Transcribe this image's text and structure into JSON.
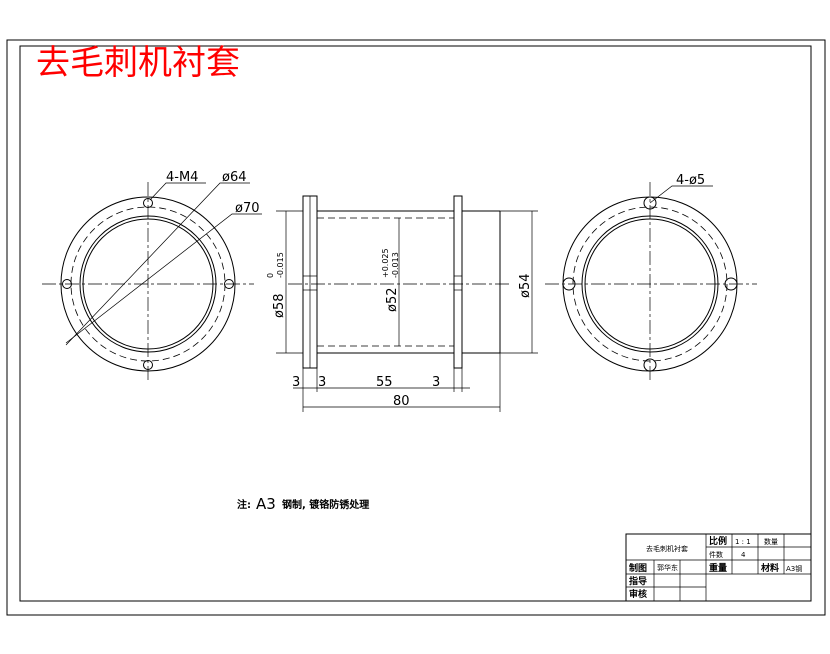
{
  "title": "去毛刺机衬套",
  "left_view": {
    "hole_label": "4-M4",
    "dia_inner": "ø64",
    "dia_outer": "ø70"
  },
  "right_view": {
    "hole_label": "4-ø5"
  },
  "section": {
    "dia_58": "ø58",
    "dia_58_tol_upper": "0",
    "dia_58_tol_lower": "-0.015",
    "dia_52": "ø52",
    "dia_52_tol_upper": "+0.025",
    "dia_52_tol_lower": "-0.013",
    "dia_54": "ø54",
    "dim_3a": "3",
    "dim_3b": "3",
    "dim_55": "55",
    "dim_3c": "3",
    "dim_80": "80"
  },
  "note": {
    "prefix": "注:",
    "material": "A3",
    "text": "钢制, 镀铬防锈处理"
  },
  "title_block": {
    "part_name": "去毛刺机衬套",
    "scale_label": "比例",
    "scale_value": "1 : 1",
    "unit_label": "数量",
    "count_label": "件数",
    "count_value": "4",
    "drawn_label": "制图",
    "drawn_name": "郭华东",
    "weight_label": "重量",
    "material_label": "材料",
    "material_value": "A3钢",
    "guide_label": "指导",
    "review_label": "审核"
  }
}
